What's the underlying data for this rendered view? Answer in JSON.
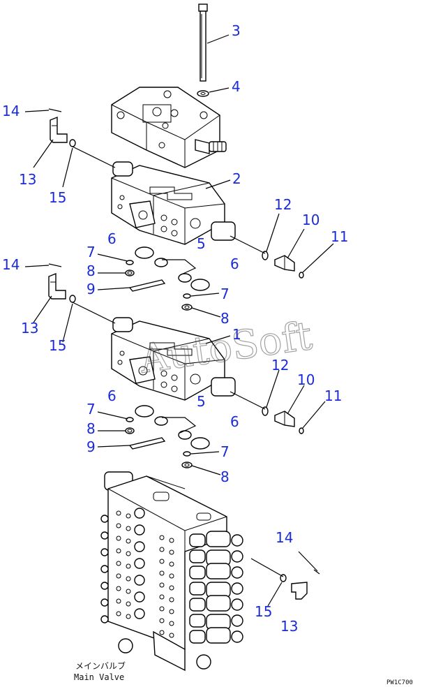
{
  "callouts": {
    "c3": "3",
    "c4": "4",
    "c14a": "14",
    "c13a": "13",
    "c15a": "15",
    "c2": "2",
    "c12a": "12",
    "c10a": "10",
    "c11a": "11",
    "c6a": "6",
    "c7a": "7",
    "c5a": "5",
    "c8a": "8",
    "c9a": "9",
    "c6b": "6",
    "c7b": "7",
    "c8b": "8",
    "c14b": "14",
    "c13b": "13",
    "c15b": "15",
    "c1": "1",
    "c12b": "12",
    "c10b": "10",
    "c11b": "11",
    "c6c": "6",
    "c7c": "7",
    "c5b": "5",
    "c8c": "8",
    "c9b": "9",
    "c6d": "6",
    "c7d": "7",
    "c8d": "8",
    "c14c": "14",
    "c15c": "15",
    "c13c": "13"
  },
  "labels": {
    "main_valve_jp": "メインバルブ",
    "main_valve_en": "Main Valve",
    "figure_code": "PW1C700",
    "watermark": "AutoSoft"
  },
  "colors": {
    "callout": "#1a2bd8",
    "line": "#000000"
  }
}
